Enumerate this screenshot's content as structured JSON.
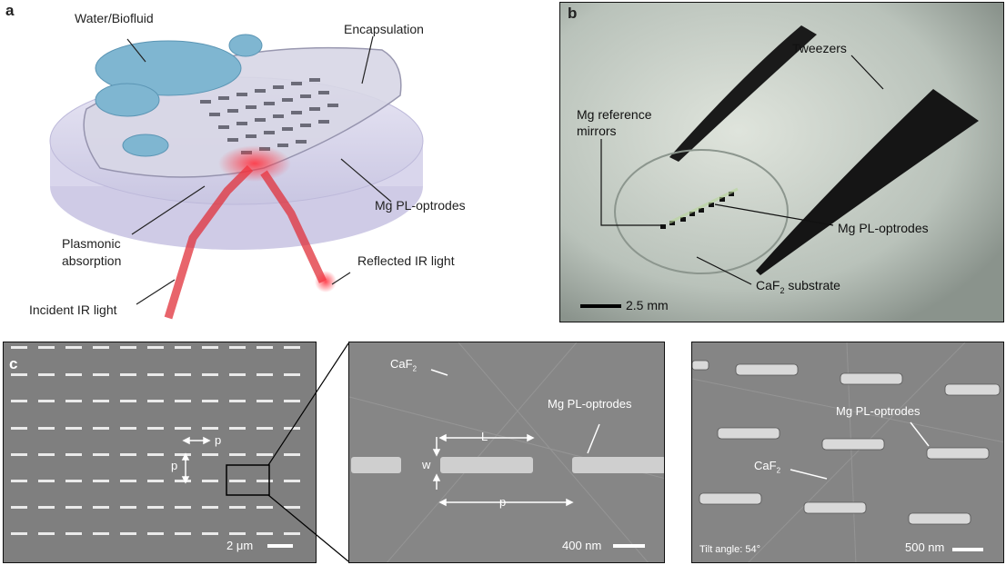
{
  "panel_a": {
    "letter": "a",
    "labels": {
      "water": "Water/Biofluid",
      "encapsulation": "Encapsulation",
      "optrodes": "Mg PL-optrodes",
      "plasmonic_1": "Plasmonic",
      "plasmonic_2": "absorption",
      "reflected": "Reflected IR light",
      "incident": "Incident IR light"
    }
  },
  "panel_b": {
    "letter": "b",
    "labels": {
      "tweezers": "Tweezers",
      "mirrors_1": "Mg reference",
      "mirrors_2": "mirrors",
      "optrodes": "Mg PL-optrodes",
      "substrate_prefix": "CaF",
      "substrate_sub": "2",
      "substrate_suffix": " substrate",
      "scale": "2.5 mm"
    }
  },
  "panel_c": {
    "letter": "c",
    "left": {
      "p_horizontal": "p",
      "p_vertical": "p",
      "scale": "2 μm"
    },
    "middle": {
      "caf2_prefix": "CaF",
      "caf2_sub": "2",
      "optrodes": "Mg PL-optrodes",
      "L": "L",
      "w": "w",
      "p": "p",
      "scale": "400 nm"
    },
    "right": {
      "optrodes": "Mg PL-optrodes",
      "caf2_prefix": "CaF",
      "caf2_sub": "2",
      "tilt": "Tilt angle: 54°",
      "scale": "500 nm"
    }
  },
  "colors": {
    "water": "#7fb6d1",
    "ir_red": "#e0303a",
    "sem_gray": "#8a8a8a"
  }
}
